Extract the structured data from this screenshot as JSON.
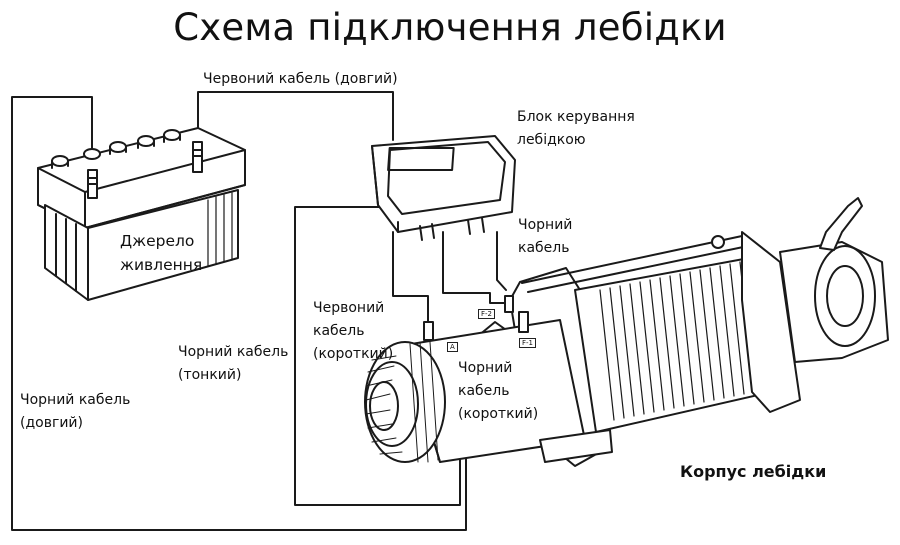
{
  "title": "Схема підключення лебідки",
  "labels": {
    "red_long": "Червоний кабель (довгий)",
    "control_box_1": "Блок керування",
    "control_box_2": "лебідкою",
    "black_cable_1": "Чорний",
    "black_cable_2": "кабель",
    "power_1": "Джерело",
    "power_2": "живлення",
    "red_short_1": "Червоний",
    "red_short_2": "кабель",
    "red_short_3": "(короткий)",
    "black_thin_1": "Чорний кабель",
    "black_thin_2": "(тонкий)",
    "black_short_1": "Чорний",
    "black_short_2": "кабель",
    "black_short_3": "(короткий)",
    "black_long_1": "Чорний кабель",
    "black_long_2": "(довгий)",
    "winch_body": "Корпус лебідки"
  },
  "terminal_tags": {
    "f2": "F-2",
    "a": "A",
    "f1": "F-1"
  },
  "colors": {
    "line": "#1a1a1a",
    "text": "#111111",
    "background": "#ffffff"
  }
}
